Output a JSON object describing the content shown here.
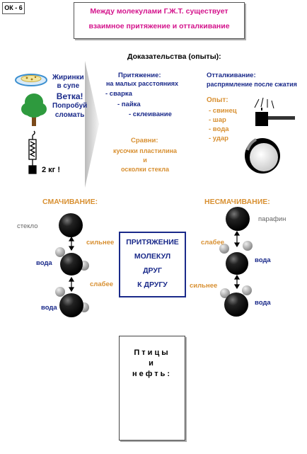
{
  "label": "ОК - 6",
  "title": {
    "line1": "Между молекулами Г.Ж.Т. существует",
    "line2": "взаимное  притяжение и отталкивание"
  },
  "evidence_header": "Доказательства (опыты):",
  "left_examples": {
    "fat": [
      "Жиринки",
      "в супе"
    ],
    "branch": [
      "Ветка!",
      "Попробуй",
      "сломать"
    ],
    "weight": "2 кг !"
  },
  "attraction": {
    "title": "Притяжение:",
    "subtitle": "на малых расстояниях",
    "items": [
      "- сварка",
      "- пайка",
      "- склеивание"
    ],
    "compare_title": "Сравни:",
    "compare_lines": [
      "кусочки пластилина",
      "и",
      "осколки стекла"
    ]
  },
  "repulsion": {
    "title": "Отталкивание:",
    "subtitle": "распрямление после сжатия",
    "experiment_title": "Опыт:",
    "items": [
      "- свинец",
      "- шар",
      "- вода",
      "- удар"
    ]
  },
  "wetting": {
    "title": "СМАЧИВАНИЕ:",
    "glass": "стекло",
    "water1": "вода",
    "water2": "вода",
    "stronger": "сильнее",
    "weaker": "слабее"
  },
  "non_wetting": {
    "title": "НЕСМАЧИВАНИЕ:",
    "paraffin": "парафин",
    "water1": "вода",
    "water2": "вода",
    "weaker": "слабее",
    "stronger": "сильнее"
  },
  "center": [
    "ПРИТЯЖЕНИЕ",
    "МОЛЕКУЛ",
    "ДРУГ",
    "К  ДРУГУ"
  ],
  "birds": [
    "Птицы",
    "и",
    "нефть:"
  ],
  "colors": {
    "title": "#d4148c",
    "navy": "#1a2a8a",
    "orange": "#d89032",
    "tree": "#2e9a3e",
    "molecule": "#111111"
  }
}
